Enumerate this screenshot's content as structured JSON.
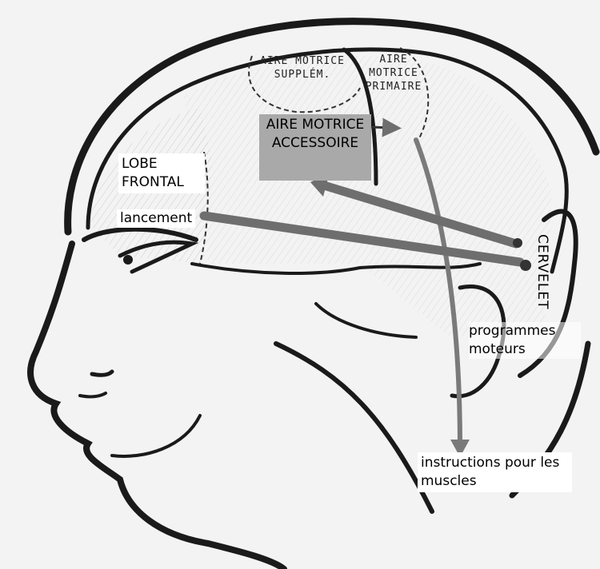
{
  "labels": {
    "aire_motrice_supplem": "AIRE MOTRICE SUPPLÉM.",
    "aire_motrice_primaire": "AIRE MOTRICE PRIMAIRE",
    "aire_motrice_accessoire": "AIRE MOTRICE ACCESSOIRE",
    "lobe_frontal": "LOBE FRONTAL",
    "lancement": "lancement",
    "cervelet": "CERVELET",
    "programmes_moteurs": "programmes moteurs",
    "instructions_muscles": "instructions pour les muscles"
  },
  "colors": {
    "outline": "#1a1a1a",
    "arrow": "#6e6e6e",
    "accessoire_box": "#a9a9a9",
    "label_box": "#ffffff"
  }
}
